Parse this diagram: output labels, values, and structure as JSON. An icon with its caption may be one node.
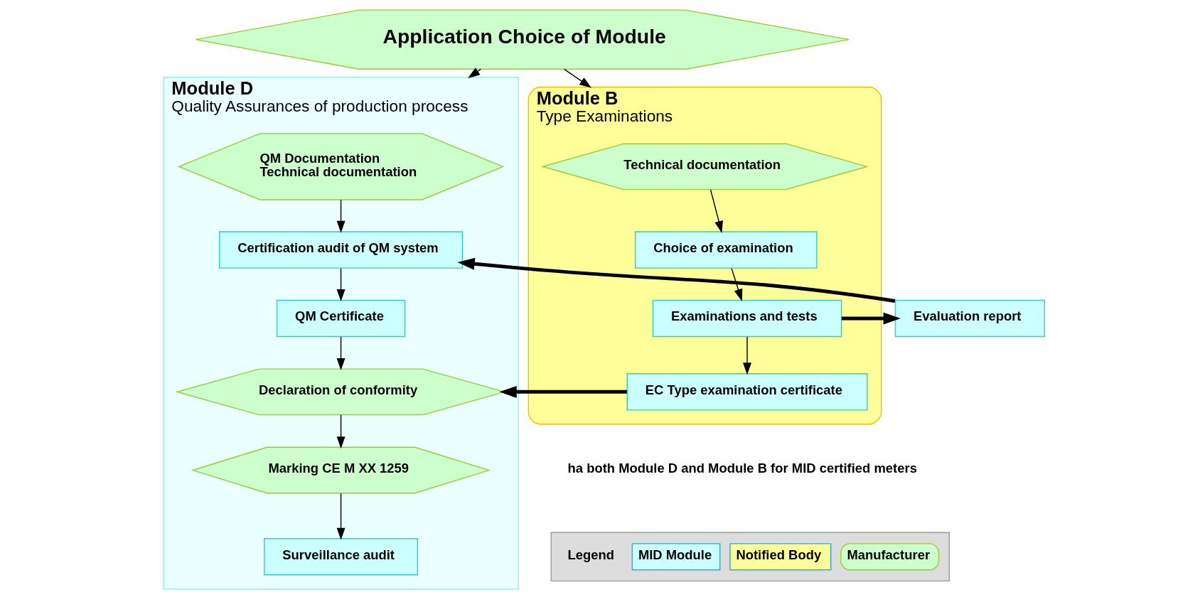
{
  "diagram": {
    "nodes": [
      {
        "text": [
          "Application Choice of Module"
        ]
      },
      {
        "text": [
          "Module D",
          "Quality Assurances of production process"
        ]
      },
      {
        "text": [
          "QM Documentation",
          "Technical documentation"
        ],
        "in": 1
      },
      {
        "text": [
          "Certification audit of QM system"
        ],
        "in": 1
      },
      {
        "text": [
          "QM Certificate"
        ],
        "in": 1
      },
      {
        "text": [
          "Declaration of conformity"
        ],
        "in": 1
      },
      {
        "text": [
          "Marking CE M XX 1259"
        ],
        "in": 1
      },
      {
        "text": [
          "Surveillance audit"
        ],
        "in": 1
      },
      {
        "text": [
          "Module B",
          "Type Examinations"
        ]
      },
      {
        "text": [
          "Technical documentation"
        ],
        "in": 8
      },
      {
        "text": [
          "Choice of examination"
        ],
        "in": 8
      },
      {
        "text": [
          "Examinations and tests"
        ],
        "in": 8
      },
      {
        "text": [
          "EC Type examination certificate"
        ],
        "in": 8
      },
      {
        "text": [
          "Evaluation report"
        ]
      }
    ],
    "edges": [
      {
        "from": 0,
        "to": 1,
        "arrow": "to"
      },
      {
        "from": 0,
        "to": 8,
        "arrow": "to"
      },
      {
        "from": 2,
        "to": 3,
        "arrow": "to"
      },
      {
        "from": 3,
        "to": 4,
        "arrow": "to"
      },
      {
        "from": 4,
        "to": 5,
        "arrow": "to"
      },
      {
        "from": 5,
        "to": 6,
        "arrow": "to"
      },
      {
        "from": 6,
        "to": 7,
        "arrow": "to"
      },
      {
        "from": 9,
        "to": 10,
        "arrow": "to"
      },
      {
        "from": 10,
        "to": 11,
        "arrow": "to"
      },
      {
        "from": 11,
        "to": 12,
        "arrow": "to"
      },
      {
        "from": 11,
        "to": 13,
        "arrow": "to",
        "style": "thick"
      },
      {
        "from": 13,
        "to": 3,
        "arrow": "to",
        "style": "thick"
      },
      {
        "from": 12,
        "to": 5,
        "arrow": "to",
        "style": "thick"
      }
    ],
    "labels": [
      "ha both Module D and Module B for MID certified meters",
      "Legend"
    ],
    "legend": [
      {
        "text": "MID Module",
        "color": "#ccffff"
      },
      {
        "text": "Notified Body",
        "color": "#ffff99"
      },
      {
        "text": "Manufacturer"
      }
    ]
  }
}
